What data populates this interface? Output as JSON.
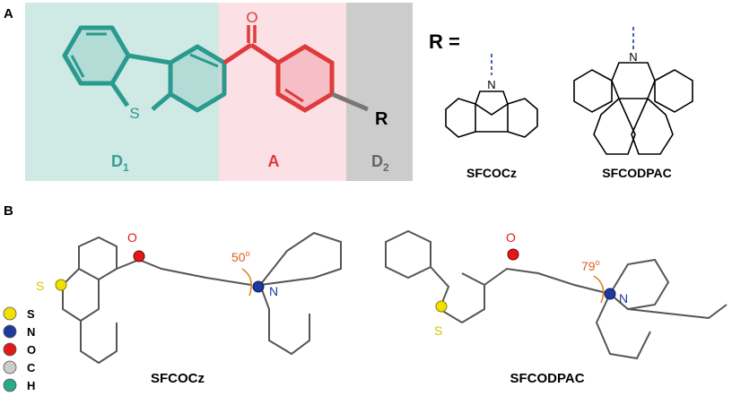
{
  "panel_a": {
    "label": "A",
    "region_d1": {
      "text": "D",
      "sub": "1",
      "color": "#3a9e94",
      "bg": "#cfe9e5"
    },
    "region_a": {
      "text": "A",
      "color": "#e03a3a",
      "bg": "#fbe1e5"
    },
    "region_d2": {
      "text": "D",
      "sub": "2",
      "color": "#666666",
      "bg": "#cccccc"
    },
    "atom_o": "O",
    "atom_s": "S",
    "atom_r": "R",
    "r_equals": "R =",
    "carbazole_n": "N",
    "acridine_n": "N",
    "name_1": "SFCOCz",
    "name_2": "SFCODPAC"
  },
  "panel_b": {
    "label": "B",
    "mol1": {
      "s": "S",
      "o": "O",
      "n": "N",
      "angle": "50",
      "angle_unit": "o",
      "name": "SFCOCz"
    },
    "mol2": {
      "s": "S",
      "o": "O",
      "n": "N",
      "angle": "79",
      "angle_unit": "o",
      "name": "SFCODPAC"
    },
    "legend": [
      {
        "symbol": "S",
        "color": "#f2e000"
      },
      {
        "symbol": "N",
        "color": "#1f3a9e"
      },
      {
        "symbol": "O",
        "color": "#e01a1a"
      },
      {
        "symbol": "C",
        "color": "#cccccc"
      },
      {
        "symbol": "H",
        "color": "#2aa88a"
      }
    ]
  }
}
